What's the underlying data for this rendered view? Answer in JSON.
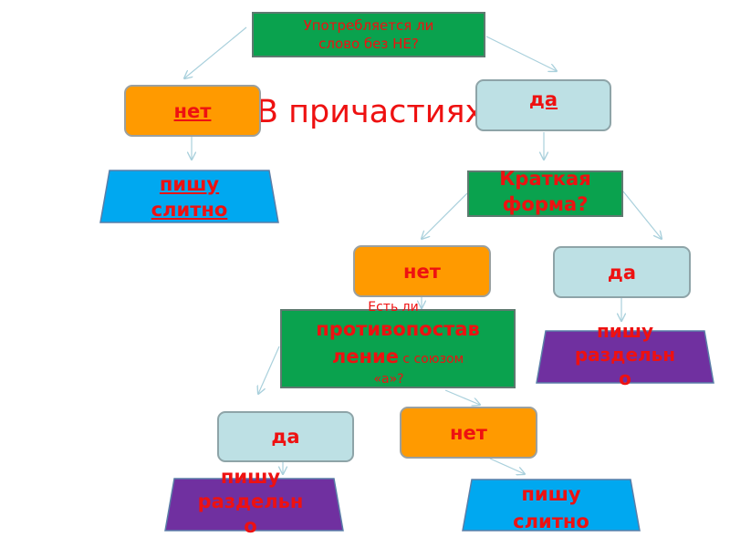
{
  "colors": {
    "green": "#0aa24e",
    "orange": "#ff9a00",
    "light_blue": "#bde0e4",
    "cyan": "#00a8f0",
    "purple": "#7030a0",
    "red_text": "#ee1111",
    "arrow": "#a9d0dc"
  },
  "title": "В причастиях",
  "question1": {
    "line1": "Употребляется ли",
    "line2": "слово без НЕ?"
  },
  "answer1_no": "нет",
  "answer1_yes": "да",
  "result1": {
    "line1": "пишу",
    "line2": "слитно"
  },
  "question2": {
    "line1": "Краткая",
    "line2": "форма?"
  },
  "answer2_no": "нет",
  "answer2_yes": "да",
  "result2": {
    "line1": "пишу",
    "line2": "раздельн",
    "line3": "о"
  },
  "question3": {
    "pre": "Есть ли",
    "line1": "противопостав",
    "line2_big": "ление",
    "line2_small": " с союзом",
    "line3": "«а»?"
  },
  "answer3_yes": "да",
  "answer3_no": "нет",
  "result3": {
    "line1": "пишу",
    "line2": "раздельн",
    "line3": "о"
  },
  "result4": {
    "line1": "пишу",
    "line2": "слитно"
  }
}
